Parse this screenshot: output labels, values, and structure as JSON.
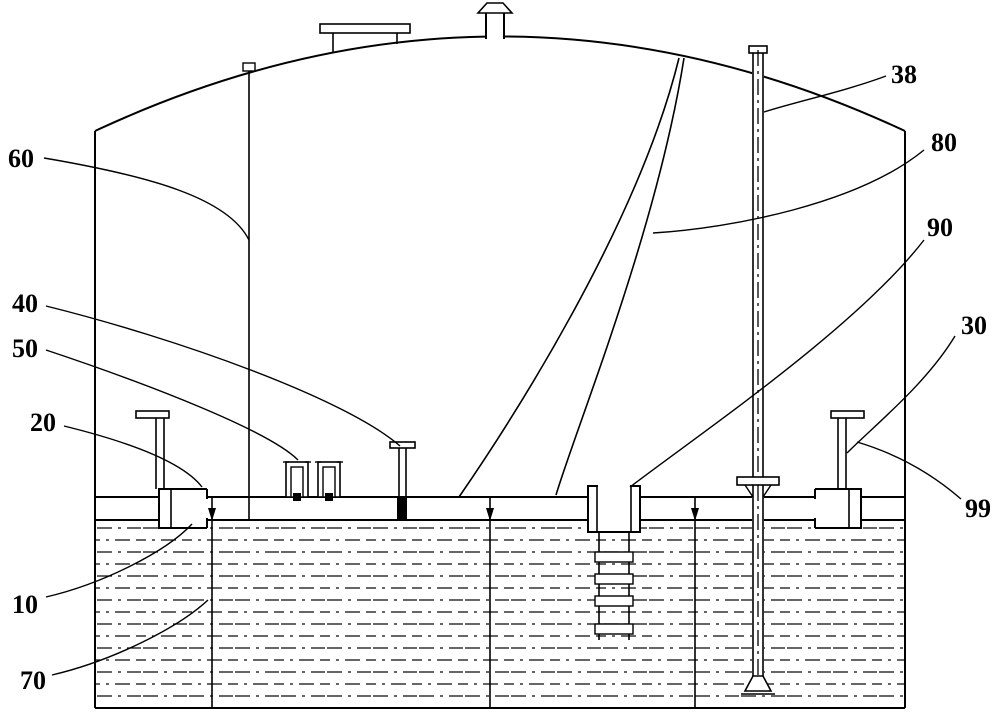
{
  "diagram": {
    "background_color": "#ffffff",
    "line_color": "#000000",
    "labels": [
      {
        "text": "60"
      },
      {
        "text": "40"
      },
      {
        "text": "50"
      },
      {
        "text": "20"
      },
      {
        "text": "10"
      },
      {
        "text": "70"
      },
      {
        "text": "38"
      },
      {
        "text": "80"
      },
      {
        "text": "90"
      },
      {
        "text": "30"
      },
      {
        "text": "99"
      }
    ]
  }
}
